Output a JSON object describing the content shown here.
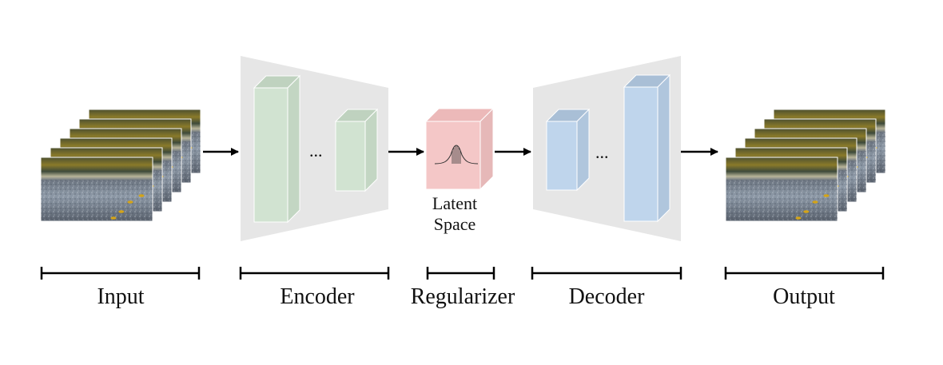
{
  "figure": {
    "type": "autoencoder-architecture-diagram",
    "stages": [
      {
        "id": "input",
        "label": "Input"
      },
      {
        "id": "encoder",
        "label": "Encoder"
      },
      {
        "id": "regularizer",
        "label": "Regularizer"
      },
      {
        "id": "decoder",
        "label": "Decoder"
      },
      {
        "id": "output",
        "label": "Output"
      }
    ],
    "latent": {
      "label_line1": "Latent",
      "label_line2": "Space",
      "icon": "gaussian-distribution-icon"
    },
    "ellipsis": "...",
    "frame_count": 6,
    "colors": {
      "encoder_block": "#d1e3d1",
      "decoder_block": "#bfd5ec",
      "latent_block": "#f4c7c7",
      "trapezoid": "#e6e6e6",
      "arrow": "#000000"
    }
  }
}
